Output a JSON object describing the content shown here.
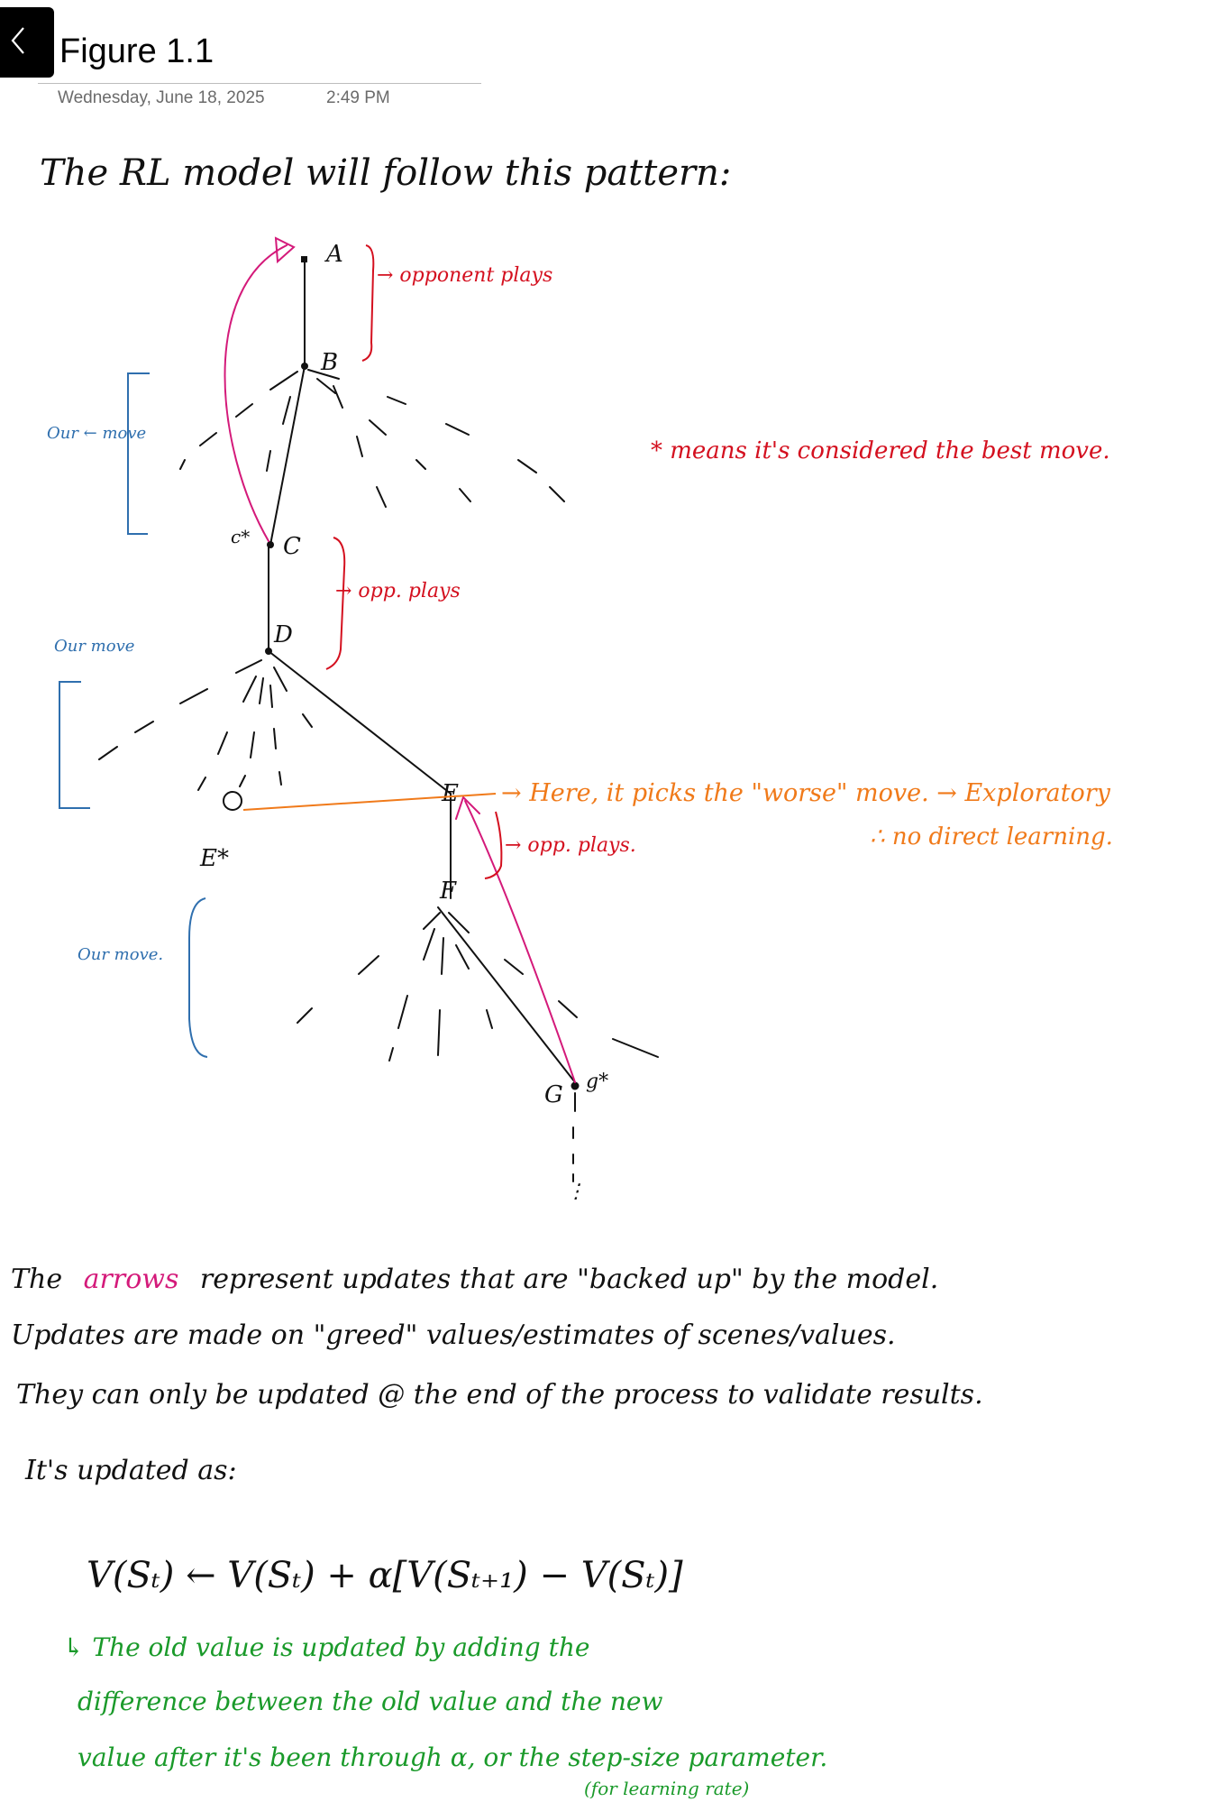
{
  "page": {
    "title": "Figure 1.1",
    "date": "Wednesday, June 18, 2025",
    "time": "2:49 PM"
  },
  "colors": {
    "ink": "#111111",
    "red": "#d4101f",
    "blue": "#2f6fae",
    "magenta": "#d41a7a",
    "orange": "#f07a1a",
    "green": "#1a9a2a",
    "meta_gray": "#6b6b6b"
  },
  "icons": {
    "back": "chevron-left-icon"
  },
  "note": {
    "heading": "The RL model will follow this pattern:",
    "nodes": {
      "a": "A",
      "b": "B",
      "c": "C",
      "d": "D",
      "e": "E",
      "e_star": "E*",
      "c_star": "c*",
      "f": "F",
      "g": "G",
      "g_star": "g*",
      "ellipsis": "⋮"
    },
    "annotations": {
      "opponent_plays_1": "→ opponent plays",
      "opponent_plays_2": "→ opp. plays",
      "opponent_plays_3": "→ opp. plays.",
      "our_move_1": "Our ← move",
      "our_move_2": "Our move",
      "our_move_3": "Our move.",
      "star_note": "* means it's considered the best move.",
      "worse_move": "→ Here, it picks the \"worse\" move. → Exploratory",
      "no_learning": "∴ no direct learning."
    },
    "body": {
      "line1_pre": "The",
      "line1_arrows": "arrows",
      "line1_post": "represent updates that are \"backed up\" by the model.",
      "line2": "Updates are made on \"greed\" values/estimates of scenes/values.",
      "line3": "They can only be updated @ the end of the process to validate results.",
      "line4": "It's updated as:",
      "formula": "V(Sₜ) ← V(Sₜ) + α[V(Sₜ₊₁) − V(Sₜ)]",
      "explain1": "↳ The old value is updated by adding the",
      "explain2": "difference between the old value and the new",
      "explain3": "value after it's been through α, or the step-size parameter.",
      "explain4": "(for learning rate)"
    }
  }
}
